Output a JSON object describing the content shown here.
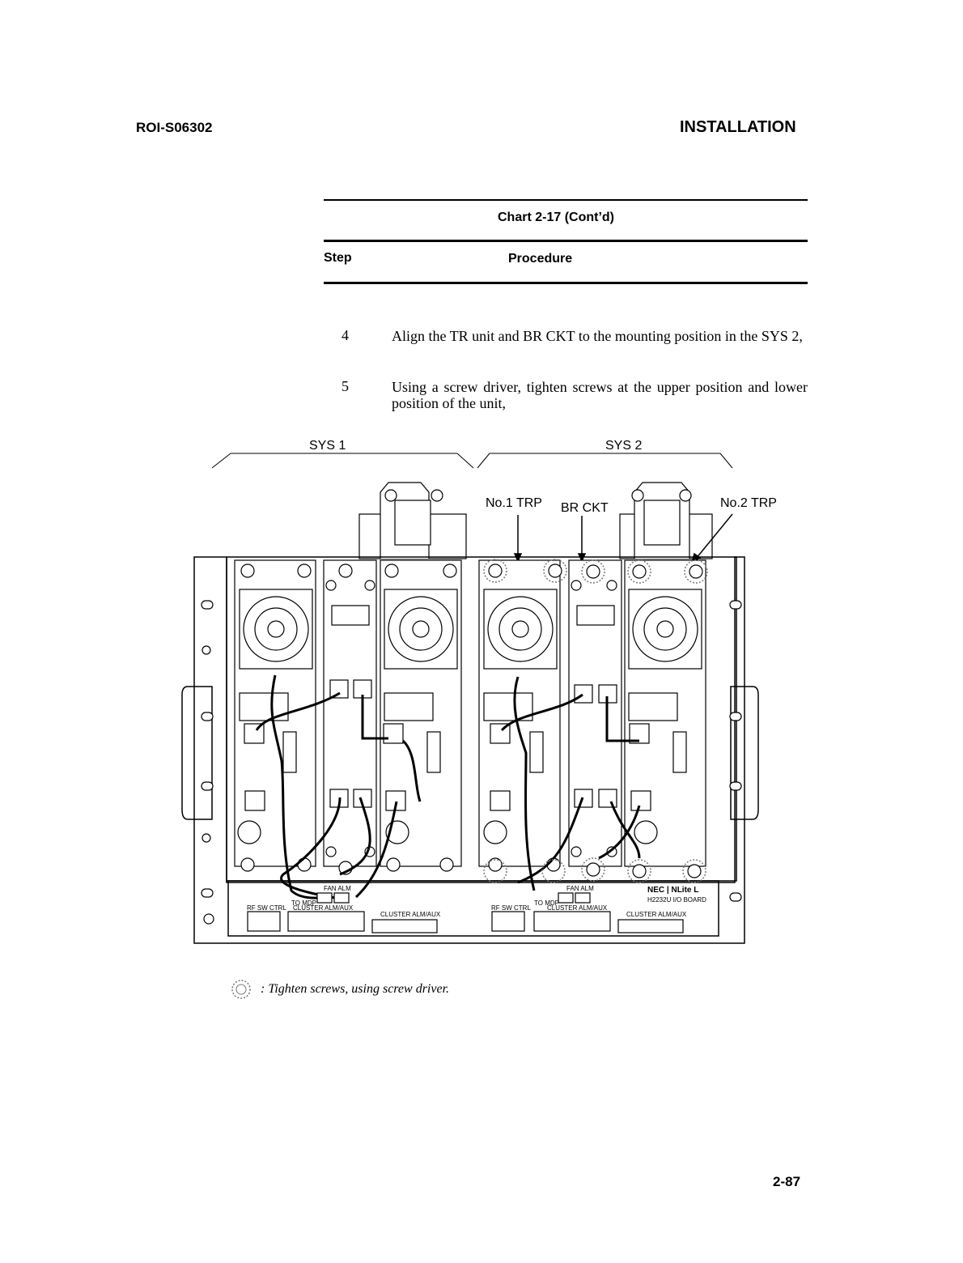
{
  "header": {
    "doc_id": "ROI-S06302",
    "section": "INSTALLATION"
  },
  "chart": {
    "title": "Chart 2-17  (Cont’d)",
    "col_step": "Step",
    "col_procedure": "Procedure"
  },
  "steps": [
    {
      "num": "4",
      "text": "Align the TR unit and BR CKT to the mounting position in the SYS 2,"
    },
    {
      "num": "5",
      "text": "Using a screw driver, tighten screws at the upper position and lower position of the unit,"
    }
  ],
  "figure": {
    "sys1_label": "SYS 1",
    "sys2_label": "SYS 2",
    "callout_no1_trp": "No.1 TRP",
    "callout_br_ckt": "BR CKT",
    "callout_no2_trp": "No.2 TRP",
    "fan_alm_label": "FAN ALM",
    "rf_sw_ctrl": "RF SW CTRL",
    "to_mdp": "TO MDP",
    "cluster_alm_aux": "CLUSTER ALM/AUX",
    "brand": "NEC | NLite L",
    "board_name": "H2232U I/O BOARD"
  },
  "legend": {
    "text": ": Tighten screws, using screw driver."
  },
  "footer": {
    "page_number": "2-87"
  }
}
